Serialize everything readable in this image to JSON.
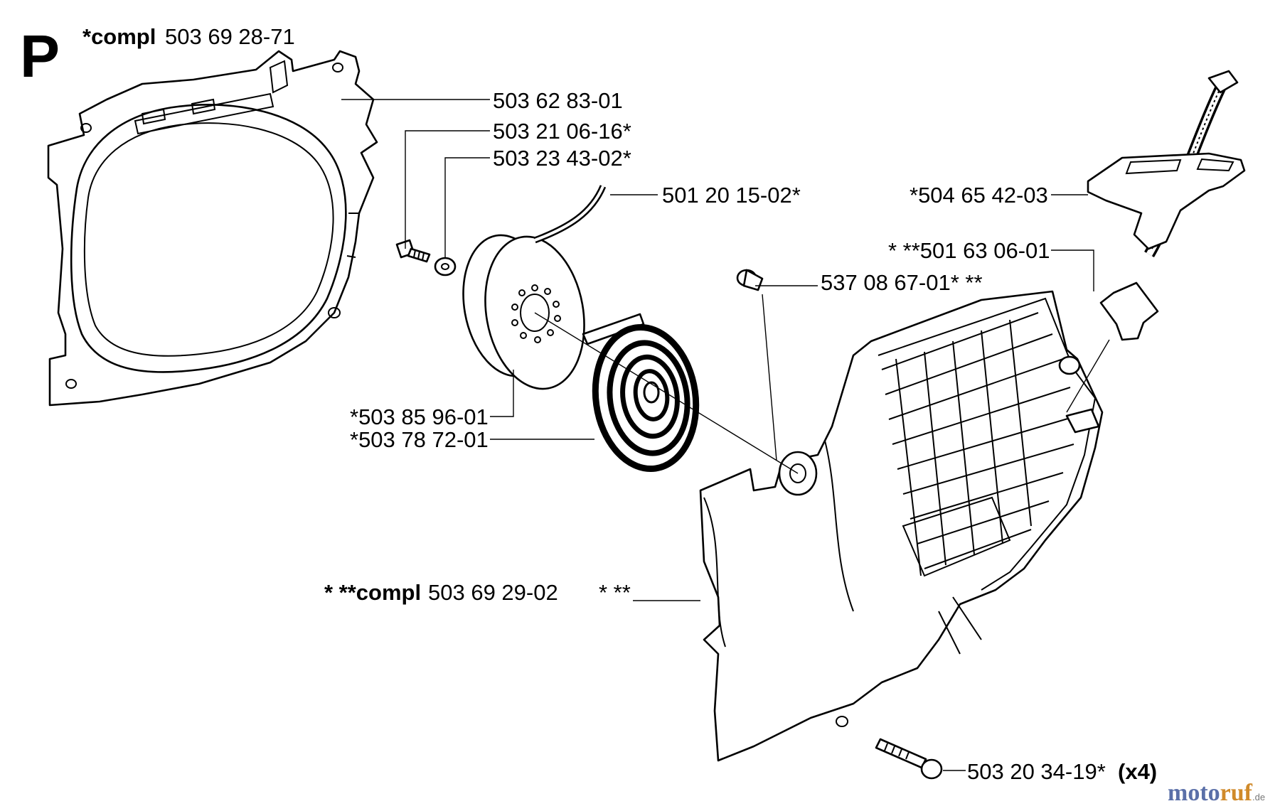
{
  "section_letter": "P",
  "labels": {
    "upper_assembly_prefix": "*compl",
    "upper_assembly_number": "503 69 28-71",
    "fan_housing": "503 62 83-01",
    "screw_small": "503 21 06-16*",
    "washer": "503 23 43-02*",
    "starter_rope": "501 20 15-02*",
    "handle": "*504 65 42-03",
    "rope_guide": "* **501 63 06-01",
    "bushing": "537 08 67-01* **",
    "pulley": "*503 85 96-01",
    "recoil_spring": "*503 78 72-01",
    "cover_assembly_prefix": "* **compl",
    "cover_assembly_number": "503 69 29-02",
    "cover_marks": "* **",
    "cover_screw_number": "503 20 34-19*",
    "cover_screw_qty": "(x4)"
  },
  "watermark": {
    "part_a": "moto",
    "part_b": "ruf",
    "suffix": ".de"
  }
}
